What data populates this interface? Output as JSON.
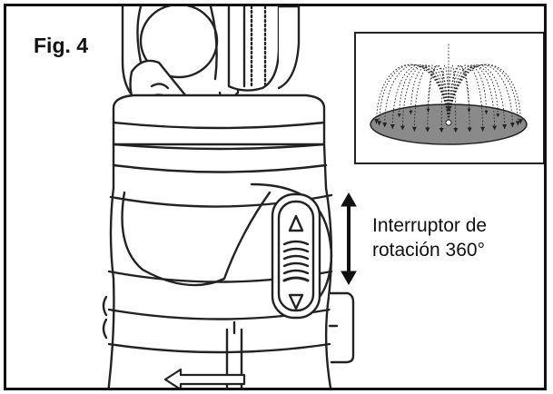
{
  "figure": {
    "label": "Fig. 4",
    "callout": {
      "line1": "Interruptor de",
      "line2": "rotación 360°"
    }
  },
  "icons": {
    "up": "triangle-up-icon",
    "down": "triangle-down-icon",
    "direction": "arrow-left-icon",
    "range": "double-arrow-vertical-icon"
  },
  "colors": {
    "line": "#222222",
    "disc": "#8a8a8a"
  }
}
